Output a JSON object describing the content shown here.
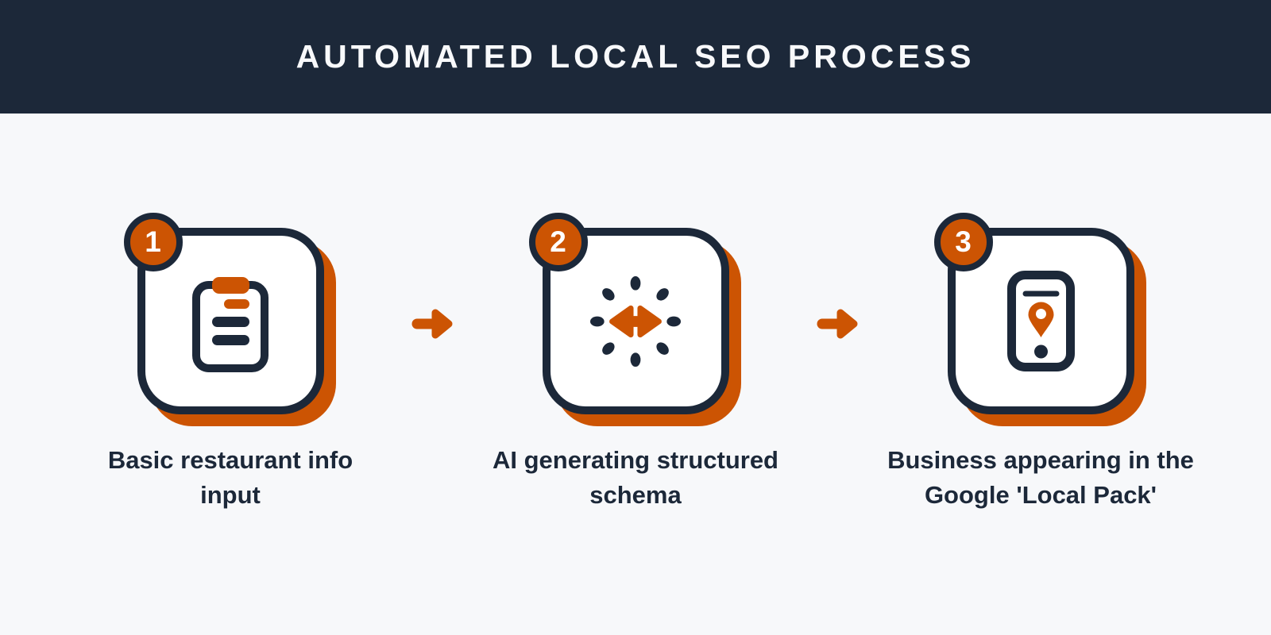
{
  "header": {
    "title": "AUTOMATED LOCAL SEO PROCESS"
  },
  "colors": {
    "navy": "#1c2839",
    "orange": "#cc5403",
    "bg": "#f7f8fa",
    "card": "#ffffff",
    "title": "#f8f9fb"
  },
  "steps": [
    {
      "number": "1",
      "icon": "clipboard-icon",
      "label": "Basic restaurant info input",
      "label_lines": [
        "Basic restaurant info",
        "input"
      ]
    },
    {
      "number": "2",
      "icon": "ai-burst-icon",
      "label": "AI generating structured schema",
      "label_lines": [
        "AI generating structured",
        "schema"
      ]
    },
    {
      "number": "3",
      "icon": "phone-location-icon",
      "label": "Business appearing in the Google 'Local Pack'",
      "label_lines": [
        "Business appearing in the",
        "Google 'Local Pack'"
      ]
    }
  ],
  "connector": {
    "icon": "right-arrow-icon"
  }
}
